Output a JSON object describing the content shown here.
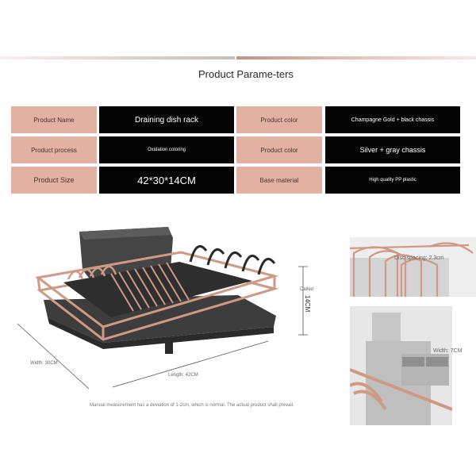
{
  "title": "Product Parame-ters",
  "rows": [
    {
      "left_label": "Product Name",
      "left_value": "Draining dish rack",
      "right_label": "Product color",
      "right_value": "Champagne Gold + black chassis"
    },
    {
      "left_label": "Product process",
      "left_value": "Oxidation coloring",
      "right_label": "Product color",
      "right_value": "Silver + gray chassis"
    },
    {
      "left_label": "Product Size",
      "left_value": "42*30*14CM",
      "right_label": "Base material",
      "right_value": "High quality PP plastic"
    }
  ],
  "dimensions": {
    "height_small": "Called",
    "height": "14CM",
    "width": "Width: 30CM",
    "length": "Length: 42CM",
    "disc_spacing": "Disc spacing: 2.3cm",
    "tray_width": "Width: 7CM"
  },
  "note": "Manual measurement has a deviation of 1-2cm, which is normal. The actual product shall prevail.",
  "colors": {
    "label_bg": "#e2b1a2",
    "value_bg": "#050505",
    "rose_gold": "#cf9985",
    "base_black": "#3a3a3a"
  }
}
